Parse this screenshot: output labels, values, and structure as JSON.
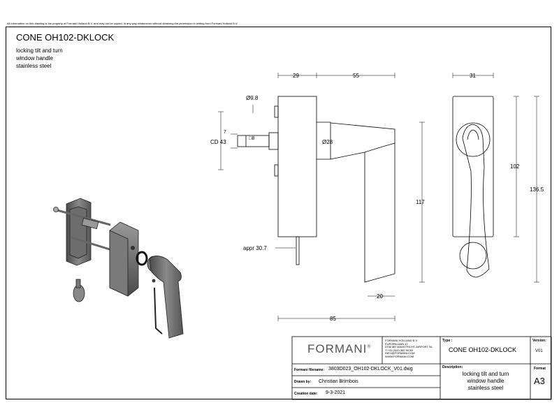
{
  "disclaimer": "All information on this drawing is the property of Formani Holland B.V. and may not be copied, in any way whatsoever without obtaining the permission in writing from Formani Holland B.V.",
  "title": "CONE OH102-DKLOCK",
  "subtitle": [
    "locking tilt and turn",
    "window handle",
    "stainless steel"
  ],
  "dimensions": {
    "d29": "29",
    "d55": "55",
    "d31": "31",
    "phi98": "Ø9.8",
    "cd43": "CD 43",
    "d7": "7",
    "sq8": "□8",
    "phi28": "Ø28",
    "d117": "117",
    "d102": "102",
    "d1365": "136.5",
    "appr": "appr 30.7",
    "d20": "20",
    "d85": "85"
  },
  "title_block": {
    "brand": "FORMANI",
    "brand_mark": "®",
    "address": [
      "FORMANI HOLLAND B.V.",
      "EUROPALAAN 12",
      "5706 ME MAASTRICHT-AIRPORT NL",
      "T +31 (0)43 350 50 50",
      "INFO@FORMANI.COM",
      "WWW.FORMANI.COM"
    ],
    "type_label": "Type :",
    "type_value": "CONE OH102-DKLOCK",
    "version_label": "Version:",
    "version_value": "V01",
    "filename_label": "Formani filename:",
    "filename_value": "3803D023_OH102-DKLOCK_V01.dwg",
    "description_label": "Description:",
    "description_value": [
      "locking tilt and turn",
      "window handle",
      "stainless steel"
    ],
    "format_label": "Format",
    "format_value": "A3",
    "drawn_label": "Drawn by:",
    "drawn_value": "Christian Brimbois",
    "creation_label": "Creation date:",
    "creation_value": "9-3-2021"
  }
}
